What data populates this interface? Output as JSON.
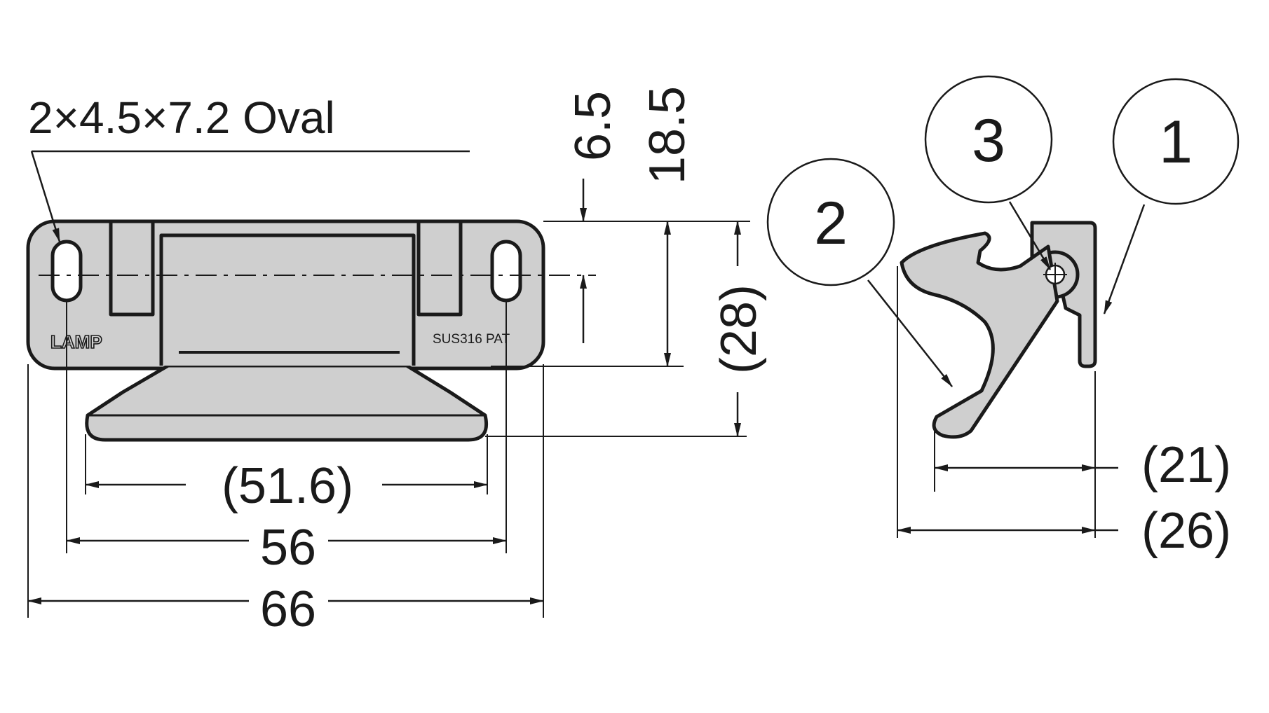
{
  "colors": {
    "part_fill": "#cfcfcf",
    "outline": "#1a1a1a",
    "background": "#ffffff"
  },
  "front_view": {
    "hole_label": "2×4.5×7.2 Oval",
    "brand_mark": "LAMP",
    "material_mark": "SUS316 PAT"
  },
  "dimensions": {
    "width_total": "66",
    "hole_pitch": "56",
    "handle_width": "(51.6)",
    "hole_offset": "6.5",
    "body_height": "18.5",
    "overall_height": "(28)",
    "side_depth_inner": "(21)",
    "side_depth_outer": "(26)"
  },
  "callouts": [
    "1",
    "2",
    "3"
  ]
}
